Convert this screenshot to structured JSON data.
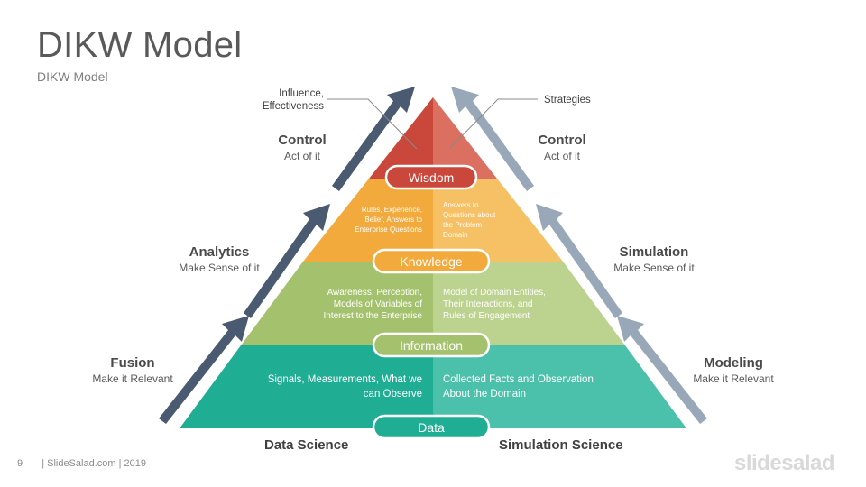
{
  "title": "DIKW Model",
  "subtitle": "DIKW Model",
  "colors": {
    "wisdom_left": "#C9473B",
    "wisdom_right": "#DB6F60",
    "knowledge_left": "#F2AA3D",
    "knowledge_right": "#F6C065",
    "information_left": "#A4C26D",
    "information_right": "#BCD28F",
    "data_left": "#1FAD94",
    "data_right": "#4BC0AA",
    "left_arrow": "#4A5A70",
    "right_arrow": "#98A8B8"
  },
  "callouts": {
    "left": "Influence,\nEffectiveness",
    "right": "Strategies"
  },
  "left_labels": [
    {
      "heading": "Control",
      "sub": "Act of it"
    },
    {
      "heading": "Analytics",
      "sub": "Make Sense of it"
    },
    {
      "heading": "Fusion",
      "sub": "Make it Relevant"
    }
  ],
  "right_labels": [
    {
      "heading": "Control",
      "sub": "Act of it"
    },
    {
      "heading": "Simulation",
      "sub": "Make Sense of it"
    },
    {
      "heading": "Modeling",
      "sub": "Make it Relevant"
    }
  ],
  "tiers": {
    "wisdom": {
      "label": "Wisdom"
    },
    "knowledge": {
      "label": "Knowledge",
      "left_text": [
        "Rules, Experience,",
        "Belief, Answers to",
        "Enterprise Questions"
      ],
      "right_text": [
        "Answers to",
        "Questions about",
        "the Problem",
        "Domain"
      ]
    },
    "information": {
      "label": "Information",
      "left_text": [
        "Awareness, Perception,",
        "Models of Variables of",
        "Interest to the Enterprise"
      ],
      "right_text": [
        "Model of Domain Entities,",
        "Their Interactions, and",
        "Rules of Engagement"
      ]
    },
    "data": {
      "label": "Data",
      "left_text": [
        "Signals, Measurements,  What we",
        "can Observe"
      ],
      "right_text": [
        "Collected Facts and Observation",
        "About the Domain"
      ]
    }
  },
  "bottom": {
    "left": "Data Science",
    "right": "Simulation Science"
  },
  "footer": {
    "page": "9",
    "text": "| SlideSalad.com | 2019"
  },
  "brand": "slidesalad"
}
